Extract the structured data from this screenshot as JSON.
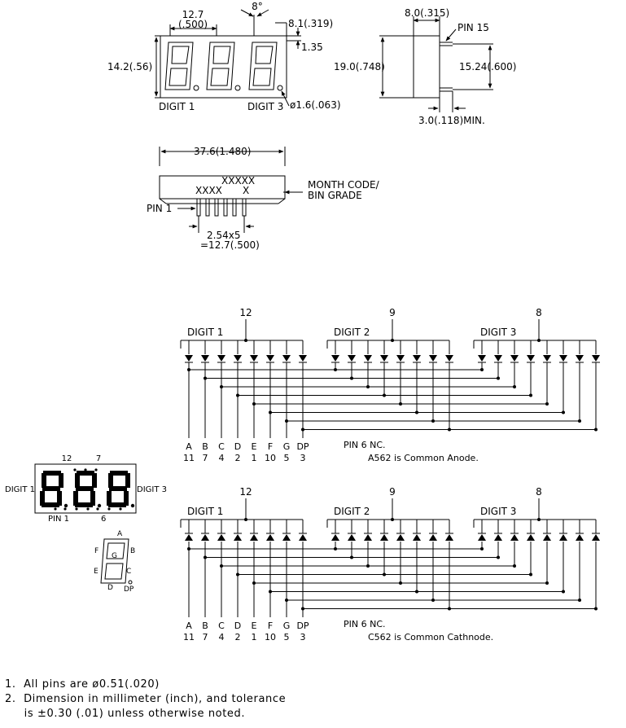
{
  "dimensions": {
    "digit_pitch": [
      "12.7",
      "(.500)"
    ],
    "tilt_angle": "8°",
    "segment_offset": "8.1(.319)",
    "top_gap": "1.35",
    "height": "14.2(.56)",
    "dp_diameter": "ø1.6(.063)",
    "digit1_label": "DIGIT 1",
    "digit3_label": "DIGIT 3",
    "side_depth": "8.0(.315)",
    "pin15_label": "PIN 15",
    "side_height": "19.0(.748)",
    "row_spacing": "15.24(.600)",
    "pin_length": "3.0(.118)MIN.",
    "total_width": "37.6(1.480)",
    "code_top": "XXXXX",
    "code_left": "XXXX",
    "code_right": "X",
    "month_code": [
      "MONTH CODE/",
      "BIN GRADE"
    ],
    "pin1_label": "PIN 1",
    "pin_pitch": [
      "2.54x5",
      "=12.7(.500)"
    ]
  },
  "schematics": [
    {
      "id": "anode",
      "digit_labels": [
        "DIGIT 1",
        "DIGIT 2",
        "DIGIT 3"
      ],
      "common_pins": [
        "12",
        "9",
        "8"
      ],
      "segments": [
        "A",
        "B",
        "C",
        "D",
        "E",
        "F",
        "G",
        "DP"
      ],
      "pins": [
        "11",
        "7",
        "4",
        "2",
        "1",
        "10",
        "5",
        "3"
      ],
      "nc_note": "PIN 6 NC.",
      "type_note": "A562 is Common Anode.",
      "diode_direction": "down"
    },
    {
      "id": "cathode",
      "digit_labels": [
        "DIGIT 1",
        "DIGIT 2",
        "DIGIT 3"
      ],
      "common_pins": [
        "12",
        "9",
        "8"
      ],
      "segments": [
        "A",
        "B",
        "C",
        "D",
        "E",
        "F",
        "G",
        "DP"
      ],
      "pins": [
        "11",
        "7",
        "4",
        "2",
        "1",
        "10",
        "5",
        "3"
      ],
      "nc_note": "PIN 6 NC.",
      "type_note": "C562 is Common Cathnode.",
      "diode_direction": "up"
    }
  ],
  "front_view": {
    "top_pins": [
      "12",
      "7"
    ],
    "digit1": "DIGIT 1",
    "digit3": "DIGIT 3",
    "pin1": "PIN 1",
    "pin6": "6"
  },
  "segment_key": {
    "labels": [
      "A",
      "B",
      "C",
      "D",
      "E",
      "F",
      "G",
      "DP"
    ]
  },
  "notes": [
    "1.  All pins are ø0.51(.020)",
    "2.  Dimension in millimeter (inch), and tolerance",
    "     is ±0.30 (.01) unless otherwise noted."
  ]
}
